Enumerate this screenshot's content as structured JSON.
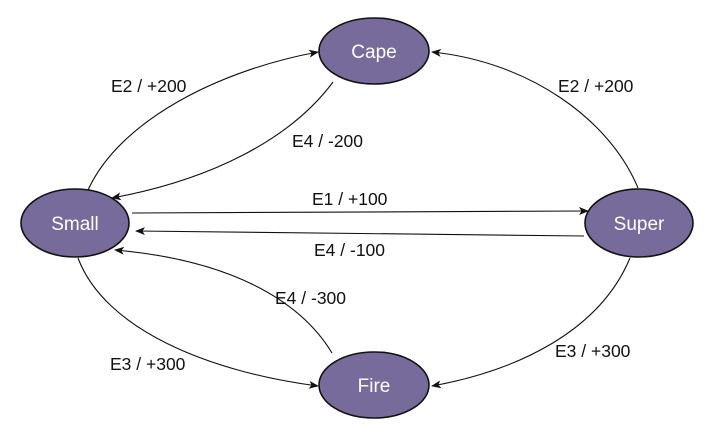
{
  "colors": {
    "node_fill": "#766b9b",
    "node_stroke": "#121212",
    "edge": "#111111",
    "background": "#ffffff"
  },
  "nodes": {
    "cape": "Cape",
    "small": "Small",
    "super": "Super",
    "fire": "Fire"
  },
  "edges": {
    "small_to_cape": "E2 / +200",
    "cape_to_small": "E4 / -200",
    "super_to_cape": "E2 / +200",
    "small_to_super": "E1 / +100",
    "super_to_small": "E4 / -100",
    "fire_to_small": "E4 / -300",
    "small_to_fire": "E3 / +300",
    "super_to_fire": "E3 / +300"
  }
}
